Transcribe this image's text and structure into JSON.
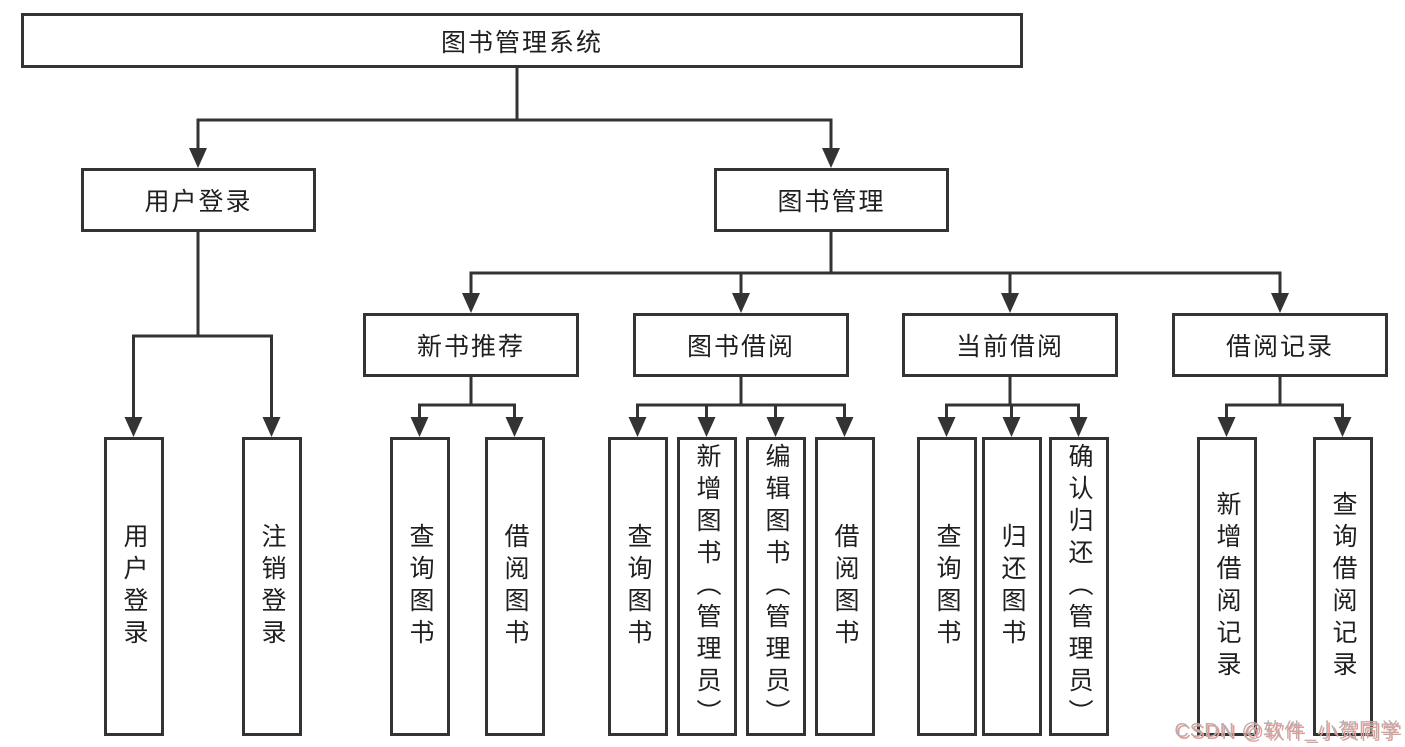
{
  "colors": {
    "line": "#333333",
    "box_border": "#333333",
    "text": "#1f1f1f",
    "watermark_gray": "#b2b2b2",
    "watermark_red": "#f0958e",
    "background": "#ffffff"
  },
  "tree": {
    "root": {
      "label": "图书管理系统"
    },
    "children": [
      {
        "label": "用户登录",
        "children": [
          {
            "label": "用户登录"
          },
          {
            "label": "注销登录"
          }
        ]
      },
      {
        "label": "图书管理",
        "children": [
          {
            "label": "新书推荐",
            "children": [
              {
                "label": "查询图书"
              },
              {
                "label": "借阅图书"
              }
            ]
          },
          {
            "label": "图书借阅",
            "children": [
              {
                "label": "查询图书"
              },
              {
                "label": "新增图书（管理员）"
              },
              {
                "label": "编辑图书（管理员）"
              },
              {
                "label": "借阅图书"
              }
            ]
          },
          {
            "label": "当前借阅",
            "children": [
              {
                "label": "查询图书"
              },
              {
                "label": "归还图书"
              },
              {
                "label": "确认归还（管理员）"
              }
            ]
          },
          {
            "label": "借阅记录",
            "children": [
              {
                "label": "新增借阅记录"
              },
              {
                "label": "查询借阅记录"
              }
            ]
          }
        ]
      }
    ]
  },
  "watermark": {
    "text": "CSDN @软件_小贺同学"
  }
}
